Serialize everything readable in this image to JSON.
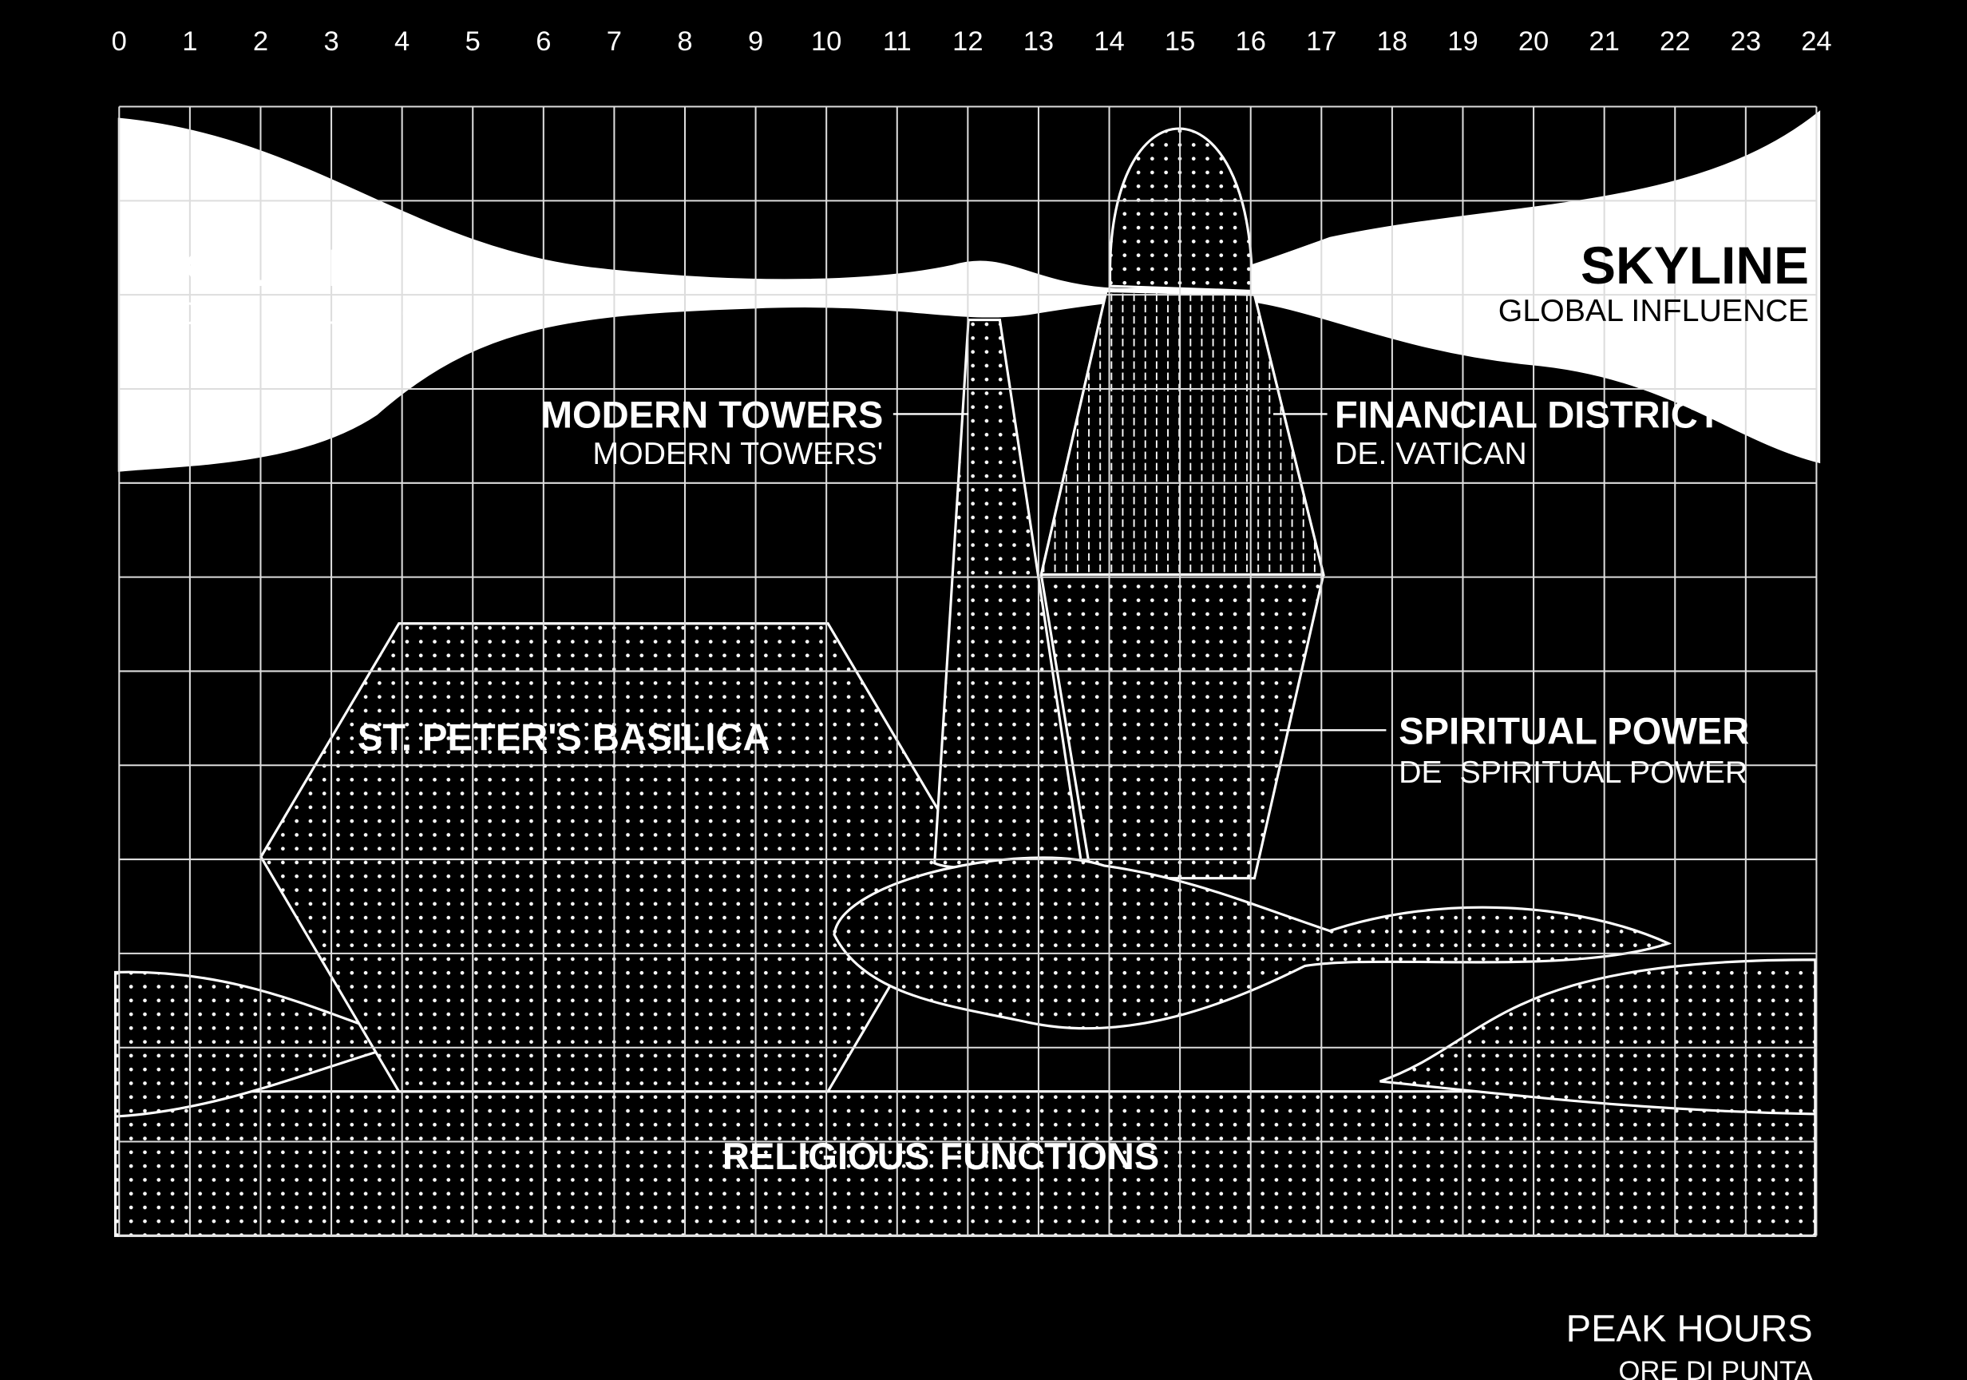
{
  "hours": [
    "0",
    "1",
    "2",
    "3",
    "4",
    "5",
    "6",
    "7",
    "8",
    "9",
    "10",
    "11",
    "12",
    "13",
    "14",
    "15",
    "16",
    "17",
    "18",
    "19",
    "20",
    "21",
    "22",
    "23",
    "24"
  ],
  "labels": {
    "skyline_left": {
      "title": "SKYLINE",
      "subtitle": "GLOBAL INFLUENCE"
    },
    "skyline_right": {
      "title": "SKYLINE",
      "subtitle": "GLOBAL INFLUENCE"
    },
    "modern_towers": {
      "title": "MODERN TOWERS",
      "subtitle": "MODERN TOWERS'"
    },
    "financial_district": {
      "title": "FINANCIAL DISTRICT",
      "subtitle": "DE. VATICAN"
    },
    "spiritual_power": {
      "title": "SPIRITUAL POWER",
      "subtitle": "DE  SPIRITUAL POWER"
    },
    "basilica": {
      "title": "ST. PETER'S BASILICA"
    },
    "religious": {
      "title": "RELIGIOUS FUNCTIONS"
    },
    "peak_hours": {
      "title": "PEAK HOURS",
      "subtitle": "ORE DI PUNTA"
    }
  },
  "colors": {
    "background": "#000000",
    "ink": "#ffffff"
  }
}
